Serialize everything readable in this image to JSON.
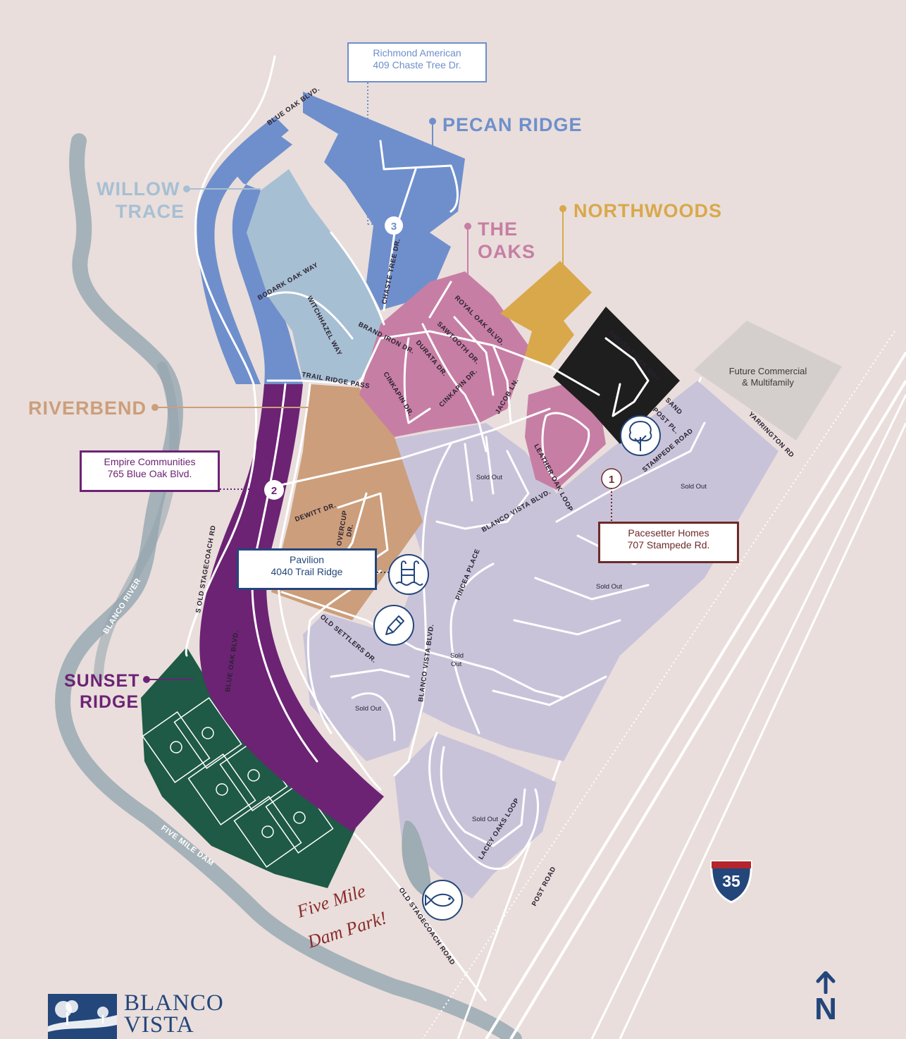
{
  "neighborhoods": {
    "pecan_ridge": {
      "label": "PECAN RIDGE",
      "color": "#6f8fcc"
    },
    "willow_trace": {
      "label_line1": "WILLOW",
      "label_line2": "TRACE",
      "color": "#a7bfd3"
    },
    "northwoods": {
      "label": "NORTHWOODS",
      "color": "#d9a84b"
    },
    "the_oaks": {
      "label_line1": "THE",
      "label_line2": "OAKS",
      "color": "#c77ea4"
    },
    "riverbend": {
      "label": "RIVERBEND",
      "color": "#cc9e7b"
    },
    "sunset_ridge": {
      "label_line1": "SUNSET",
      "label_line2": "RIDGE",
      "color": "#6c2374"
    },
    "ancient_oak": {
      "color": "#1e1e1e"
    },
    "sold_area": {
      "color": "#c9c3da"
    },
    "fields": {
      "color": "#1e5a45"
    }
  },
  "callouts": {
    "richmond": {
      "line1": "Richmond American",
      "line2": "409 Chaste Tree Dr."
    },
    "empire": {
      "line1": "Empire Communities",
      "line2": "765 Blue Oak Blvd."
    },
    "pavilion": {
      "line1": "Pavilion",
      "line2": "4040 Trail Ridge"
    },
    "pacesetter": {
      "line1": "Pacesetter Homes",
      "line2": "707 Stampede Rd."
    },
    "future": {
      "line1": "Future Commercial",
      "line2": "& Multifamily"
    }
  },
  "markers": {
    "one": "1",
    "two": "2",
    "three": "3"
  },
  "sold_out": {
    "label": "Sold Out",
    "line1": "Sold",
    "line2": "Out"
  },
  "roads": {
    "blue_oak_top": "BLUE OAK BLVD.",
    "bodark": "BODARK OAK WAY",
    "witchhazel": "WITCHHAZEL WAY",
    "chaste_tree": "CHASTE TREE DR.",
    "brand_iron": "BRAND IRON DR.",
    "royal_oak": "ROYAL OAK BLVD.",
    "sawtooth": "SAWTOOTH DR.",
    "durata": "DURATA DR.",
    "cinkapin1": "CINKAPIN DR.",
    "cinkapin2": "CINKAPIN DR.",
    "jacob": "JACOB LN.",
    "ancient_oak": "ANCIENT OAK WAY",
    "sand_post1": "SAND",
    "sand_post2": "POST PL.",
    "trail_ridge": "TRAIL RIDGE PASS",
    "leather_oak": "LEATHER OAK LOOP",
    "stampede": "STAMPEDE ROAD",
    "yarrington": "YARRINGTON RD",
    "blanco_vista_upper": "BLANCO VISTA BLVD.",
    "dewitt": "DEWITT DR.",
    "overcup1": "OVERCUP",
    "overcup2": "DR.",
    "s_old_stagecoach": "S OLD STAGECOACH RD",
    "pincea": "PINCEA PLACE",
    "old_settlers": "OLD SETTLERS DR.",
    "blanco_vista_lower": "BLANCO VISTA BLVD.",
    "blue_oak_lower": "BLUE OAK BLVD.",
    "blanco_river": "BLANCO RIVER",
    "five_mile_dam": "FIVE MILE DAM",
    "lacey_oaks": "LACEY OAKS LOOP",
    "post_road": "POST ROAD",
    "old_stagecoach_road": "OLD STAGECOACH ROAD"
  },
  "park_script": {
    "line1": "Five Mile",
    "line2": "Dam Park!"
  },
  "highway_shield": "35",
  "north": "N",
  "brand": {
    "line1": "BLANCO",
    "line2": "VISTA"
  },
  "icons": [
    "park-tree-icon",
    "pool-icon",
    "pencil-icon",
    "fish-icon",
    "north-arrow-icon"
  ]
}
